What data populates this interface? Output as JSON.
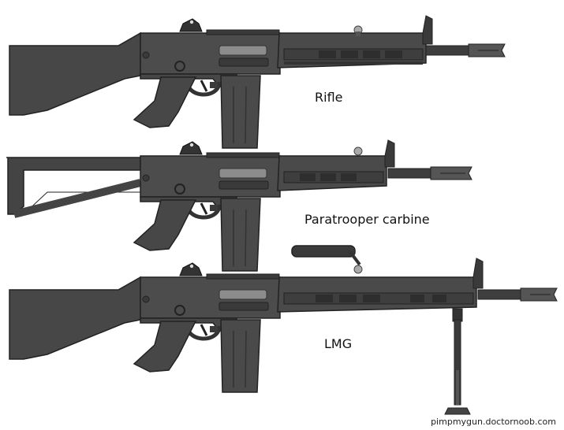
{
  "weapons": [
    {
      "id": "rifle",
      "label": "Rifle"
    },
    {
      "id": "paratrooper",
      "label": "Paratrooper carbine"
    },
    {
      "id": "lmg",
      "label": "LMG"
    }
  ],
  "watermark": "pimpmygun.doctornoob.com",
  "colors": {
    "body": "#4a4a4a",
    "dark": "#2a2a2a",
    "mid": "#5c5c5c",
    "light": "#8a8a8a",
    "background": "#ffffff"
  }
}
